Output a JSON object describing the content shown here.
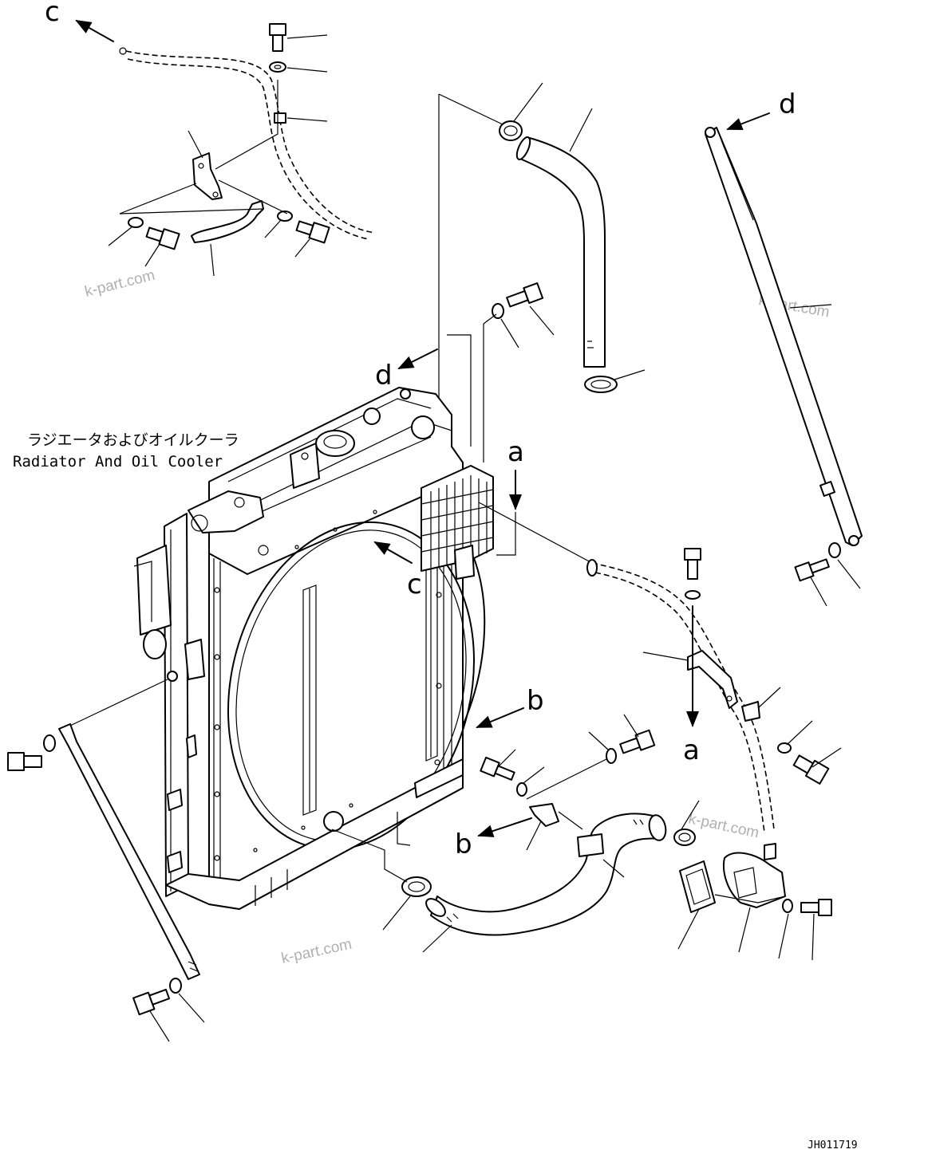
{
  "title_jp": "ラジエータおよびオイルクーラ",
  "title_en": "Radiator And Oil Cooler",
  "drawing_code": "JH011719",
  "watermark": "k-part.com",
  "refs": {
    "a": "a",
    "b": "b",
    "c": "c",
    "d": "d"
  }
}
